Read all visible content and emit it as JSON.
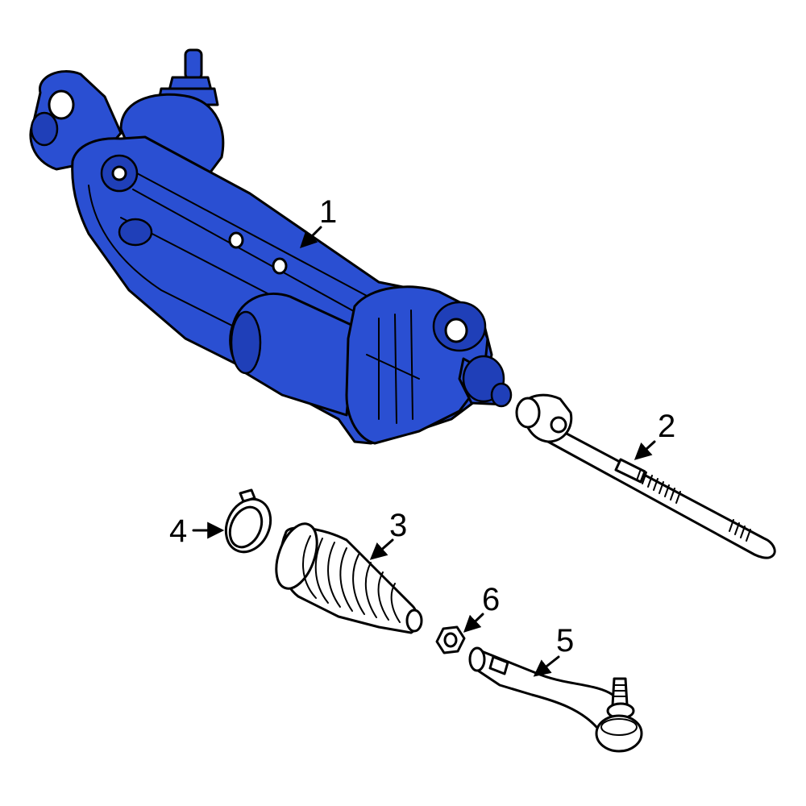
{
  "diagram": {
    "highlight_color": "#2a4fd2",
    "line_color": "#000000",
    "callouts": [
      {
        "id": "1",
        "label": "1"
      },
      {
        "id": "2",
        "label": "2"
      },
      {
        "id": "3",
        "label": "3"
      },
      {
        "id": "4",
        "label": "4"
      },
      {
        "id": "5",
        "label": "5"
      },
      {
        "id": "6",
        "label": "6"
      }
    ]
  }
}
